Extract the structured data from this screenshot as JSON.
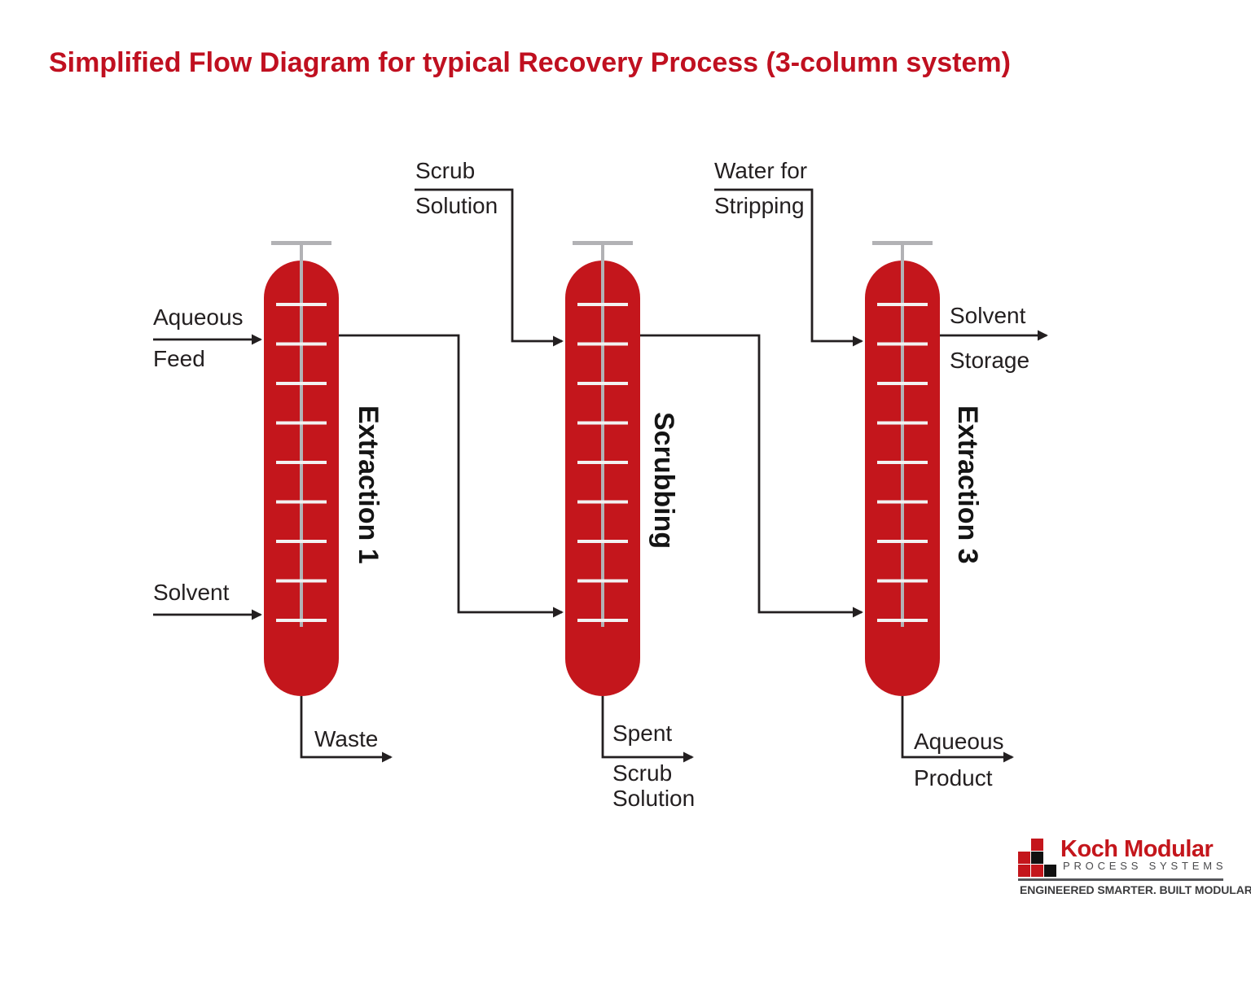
{
  "title": "Simplified Flow Diagram for typical Recovery Process (3-column system)",
  "columns": [
    {
      "label": "Extraction 1"
    },
    {
      "label": "Scrubbing"
    },
    {
      "label": "Extraction 3"
    }
  ],
  "streams": {
    "aqueous_feed": {
      "lines": [
        "Aqueous",
        "Feed"
      ]
    },
    "solvent_feed": {
      "lines": [
        "Solvent"
      ]
    },
    "scrub_solution": {
      "lines": [
        "Scrub",
        "Solution"
      ]
    },
    "water_for_stripping": {
      "lines": [
        "Water for",
        "Stripping"
      ]
    },
    "solvent_storage": {
      "lines": [
        "Solvent",
        "Storage"
      ]
    },
    "waste": {
      "lines": [
        "Waste"
      ]
    },
    "spent_scrub_solution": {
      "lines": [
        "Spent",
        "Scrub",
        "Solution"
      ]
    },
    "aqueous_product": {
      "lines": [
        "Aqueous",
        "Product"
      ]
    }
  },
  "logo": {
    "name": "Koch Modular",
    "subtitle": "PROCESS SYSTEMS",
    "tagline": "ENGINEERED SMARTER. BUILT MODULAR."
  },
  "colors": {
    "brand_red": "#C4161C",
    "title_red": "#C01020",
    "line_color": "#231F20",
    "agitator_gray": "#B2B2B5",
    "tray_color": "#F2F2F2",
    "label_color": "#231F20",
    "logo_gray": "#4A4A4C",
    "tagline_color": "#3C3C3E",
    "rule_color": "#55565A"
  }
}
